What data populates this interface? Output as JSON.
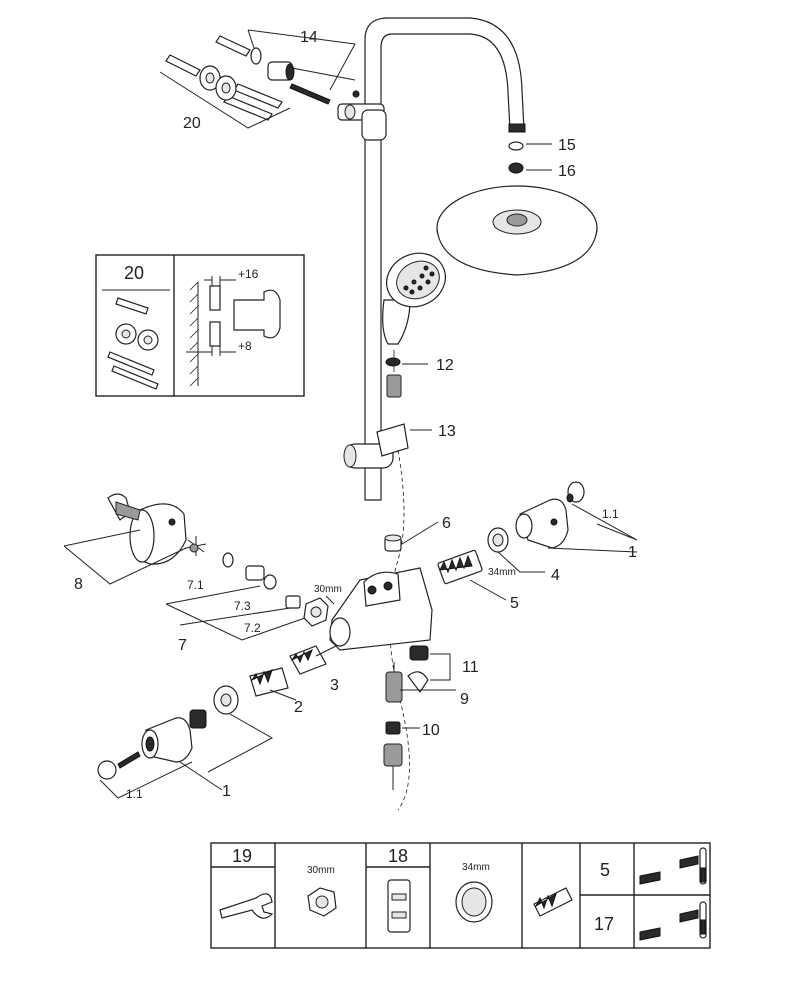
{
  "callouts": {
    "c14": "14",
    "c20": "20",
    "c15": "15",
    "c16": "16",
    "c12": "12",
    "c13": "13",
    "c6": "6",
    "c1_1_right": "1.1",
    "c1_right": "1",
    "c4": "4",
    "c5": "5",
    "c8": "8",
    "c7_1": "7.1",
    "c7_3": "7.3",
    "c7_2": "7.2",
    "c7": "7",
    "c3": "3",
    "c2": "2",
    "c11": "11",
    "c9": "9",
    "c10": "10",
    "c1_left": "1",
    "c1_1_left": "1.1"
  },
  "dimensions": {
    "nut_30": "30mm",
    "ring_34": "34mm",
    "offset_16": "+16",
    "offset_8": "+8"
  },
  "inset_20": {
    "title": "20"
  },
  "tools_table": {
    "col_19": "19",
    "size_30": "30mm",
    "col_18": "18",
    "size_34": "34mm",
    "row_5": "5",
    "row_17": "17"
  }
}
